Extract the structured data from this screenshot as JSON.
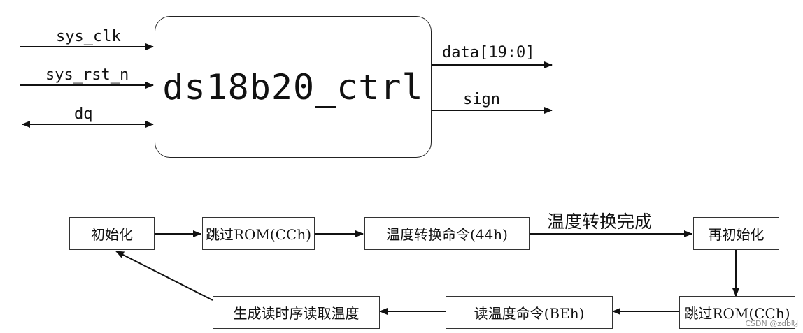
{
  "module": {
    "name": "ds18b20_ctrl",
    "inputs": [
      "sys_clk",
      "sys_rst_n"
    ],
    "inout": "dq",
    "outputs": [
      "data[19:0]",
      "sign"
    ]
  },
  "flow": {
    "steps": [
      "初始化",
      "跳过ROM(CCh)",
      "温度转换命令(44h)",
      "再初始化",
      "跳过ROM(CCh)",
      "读温度命令(BEh)",
      "生成读时序读取温度"
    ],
    "edge_label": "温度转换完成"
  },
  "watermark": "CSDN @zdb呀"
}
